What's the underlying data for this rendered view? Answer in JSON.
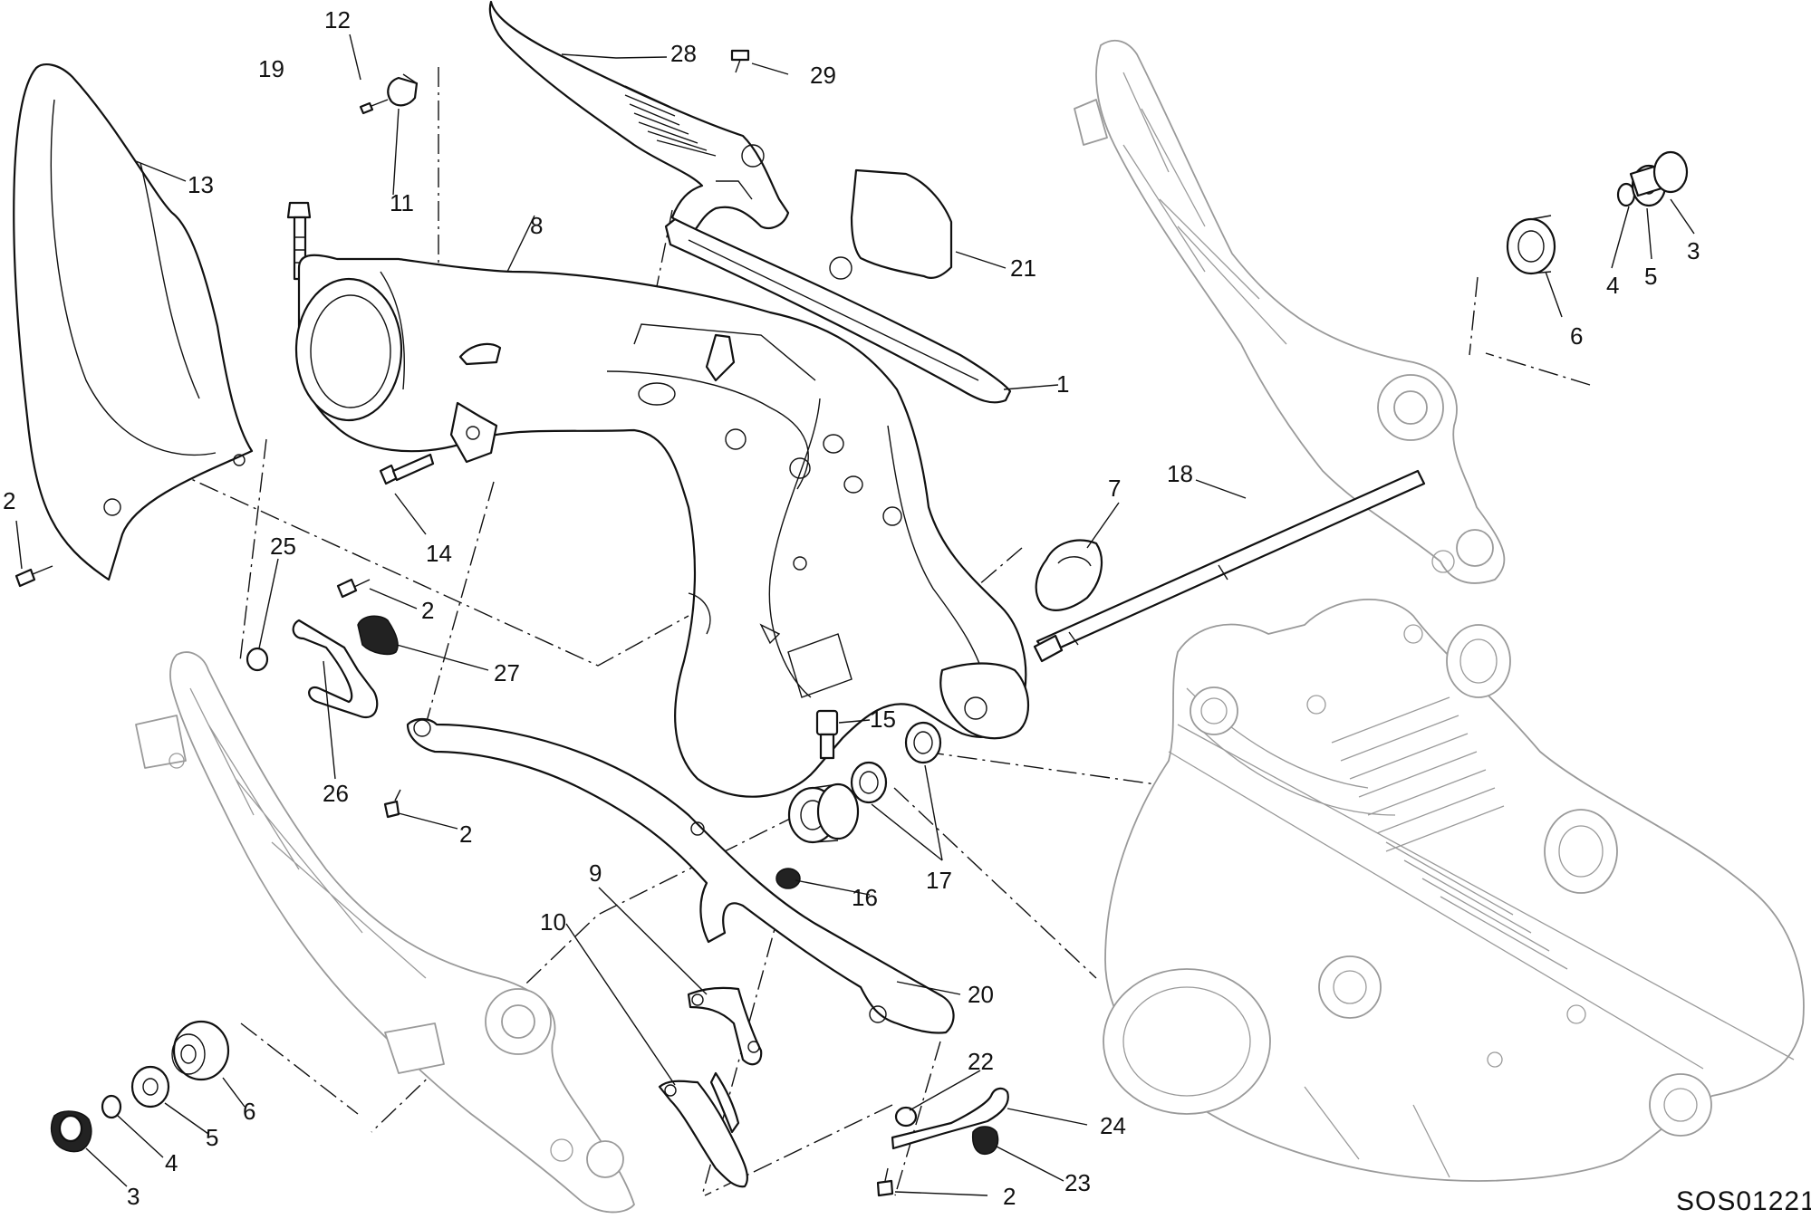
{
  "drawing_code": "SOS01221",
  "callouts": [
    {
      "id": "c28",
      "label": "28"
    },
    {
      "id": "c29",
      "label": "29"
    },
    {
      "id": "c12",
      "label": "12"
    },
    {
      "id": "c19",
      "label": "19"
    },
    {
      "id": "c11",
      "label": "11"
    },
    {
      "id": "c13",
      "label": "13"
    },
    {
      "id": "c8",
      "label": "8"
    },
    {
      "id": "c21",
      "label": "21"
    },
    {
      "id": "c1",
      "label": "1"
    },
    {
      "id": "c3a",
      "label": "3"
    },
    {
      "id": "c5a",
      "label": "5"
    },
    {
      "id": "c4a",
      "label": "4"
    },
    {
      "id": "c6a",
      "label": "6"
    },
    {
      "id": "c2a",
      "label": "2"
    },
    {
      "id": "c14",
      "label": "14"
    },
    {
      "id": "c7",
      "label": "7"
    },
    {
      "id": "c18",
      "label": "18"
    },
    {
      "id": "c25",
      "label": "25"
    },
    {
      "id": "c2b",
      "label": "2"
    },
    {
      "id": "c27",
      "label": "27"
    },
    {
      "id": "c15",
      "label": "15"
    },
    {
      "id": "c26",
      "label": "26"
    },
    {
      "id": "c2c",
      "label": "2"
    },
    {
      "id": "c16",
      "label": "16"
    },
    {
      "id": "c17",
      "label": "17"
    },
    {
      "id": "c9",
      "label": "9"
    },
    {
      "id": "c10",
      "label": "10"
    },
    {
      "id": "c20",
      "label": "20"
    },
    {
      "id": "c6b",
      "label": "6"
    },
    {
      "id": "c5b",
      "label": "5"
    },
    {
      "id": "c4b",
      "label": "4"
    },
    {
      "id": "c3b",
      "label": "3"
    },
    {
      "id": "c22",
      "label": "22"
    },
    {
      "id": "c24",
      "label": "24"
    },
    {
      "id": "c23",
      "label": "23"
    },
    {
      "id": "c2d",
      "label": "2"
    }
  ]
}
